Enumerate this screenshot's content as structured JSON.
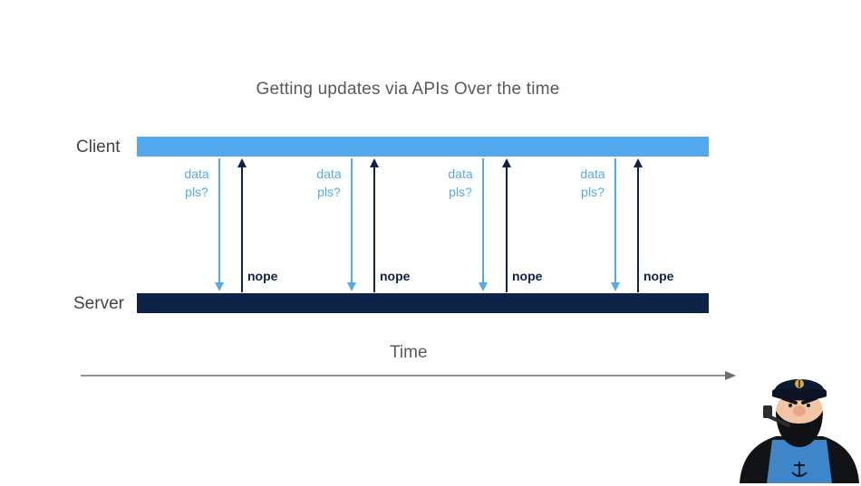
{
  "title": "Getting updates via APIs Over the time",
  "lanes": {
    "client": "Client",
    "server": "Server"
  },
  "exchanges": [
    {
      "request_line1": "data",
      "request_line2": "pls?",
      "response": "nope"
    },
    {
      "request_line1": "data",
      "request_line2": "pls?",
      "response": "nope"
    },
    {
      "request_line1": "data",
      "request_line2": "pls?",
      "response": "nope"
    },
    {
      "request_line1": "data",
      "request_line2": "pls?",
      "response": "nope"
    }
  ],
  "time_axis": {
    "label": "Time"
  },
  "colors": {
    "client": "#54a8ec",
    "server": "#0d2347",
    "axis": "#6b6f75",
    "title": "#555a61"
  },
  "mascot": {
    "icon": "captain-sailor-icon"
  }
}
